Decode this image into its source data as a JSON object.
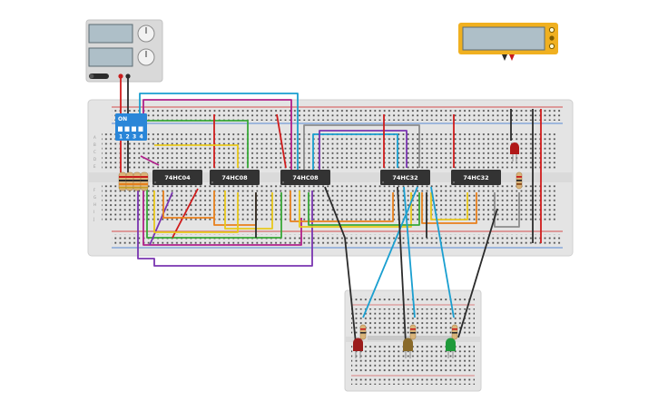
{
  "dip_switch": {
    "state_label": "ON",
    "numbers": [
      "1",
      "2",
      "3",
      "4"
    ]
  },
  "chips": [
    {
      "label": "74HC04"
    },
    {
      "label": "74HC08"
    },
    {
      "label": "74HC08"
    },
    {
      "label": "74HC32"
    },
    {
      "label": "74HC32"
    }
  ],
  "leds": [
    {
      "color": "#9b1c1c"
    },
    {
      "color": "#8a6a2a"
    },
    {
      "color": "#1f9a3a"
    }
  ],
  "indicator_led": {
    "color": "#b01818"
  },
  "colors": {
    "breadboard": "#e4e4e4",
    "power_rail_red": "#d01c1c",
    "wire_blue": "#1a9fd0",
    "wire_magenta": "#b0208a",
    "wire_purple": "#7a35b0",
    "wire_green": "#38a838",
    "wire_orange": "#e8801c",
    "wire_yellow": "#e8c81c",
    "wire_gray": "#8c8c8c",
    "wire_black": "#2b2b2b",
    "multimeter_body": "#f0b020",
    "dip_body": "#2a86d8"
  }
}
